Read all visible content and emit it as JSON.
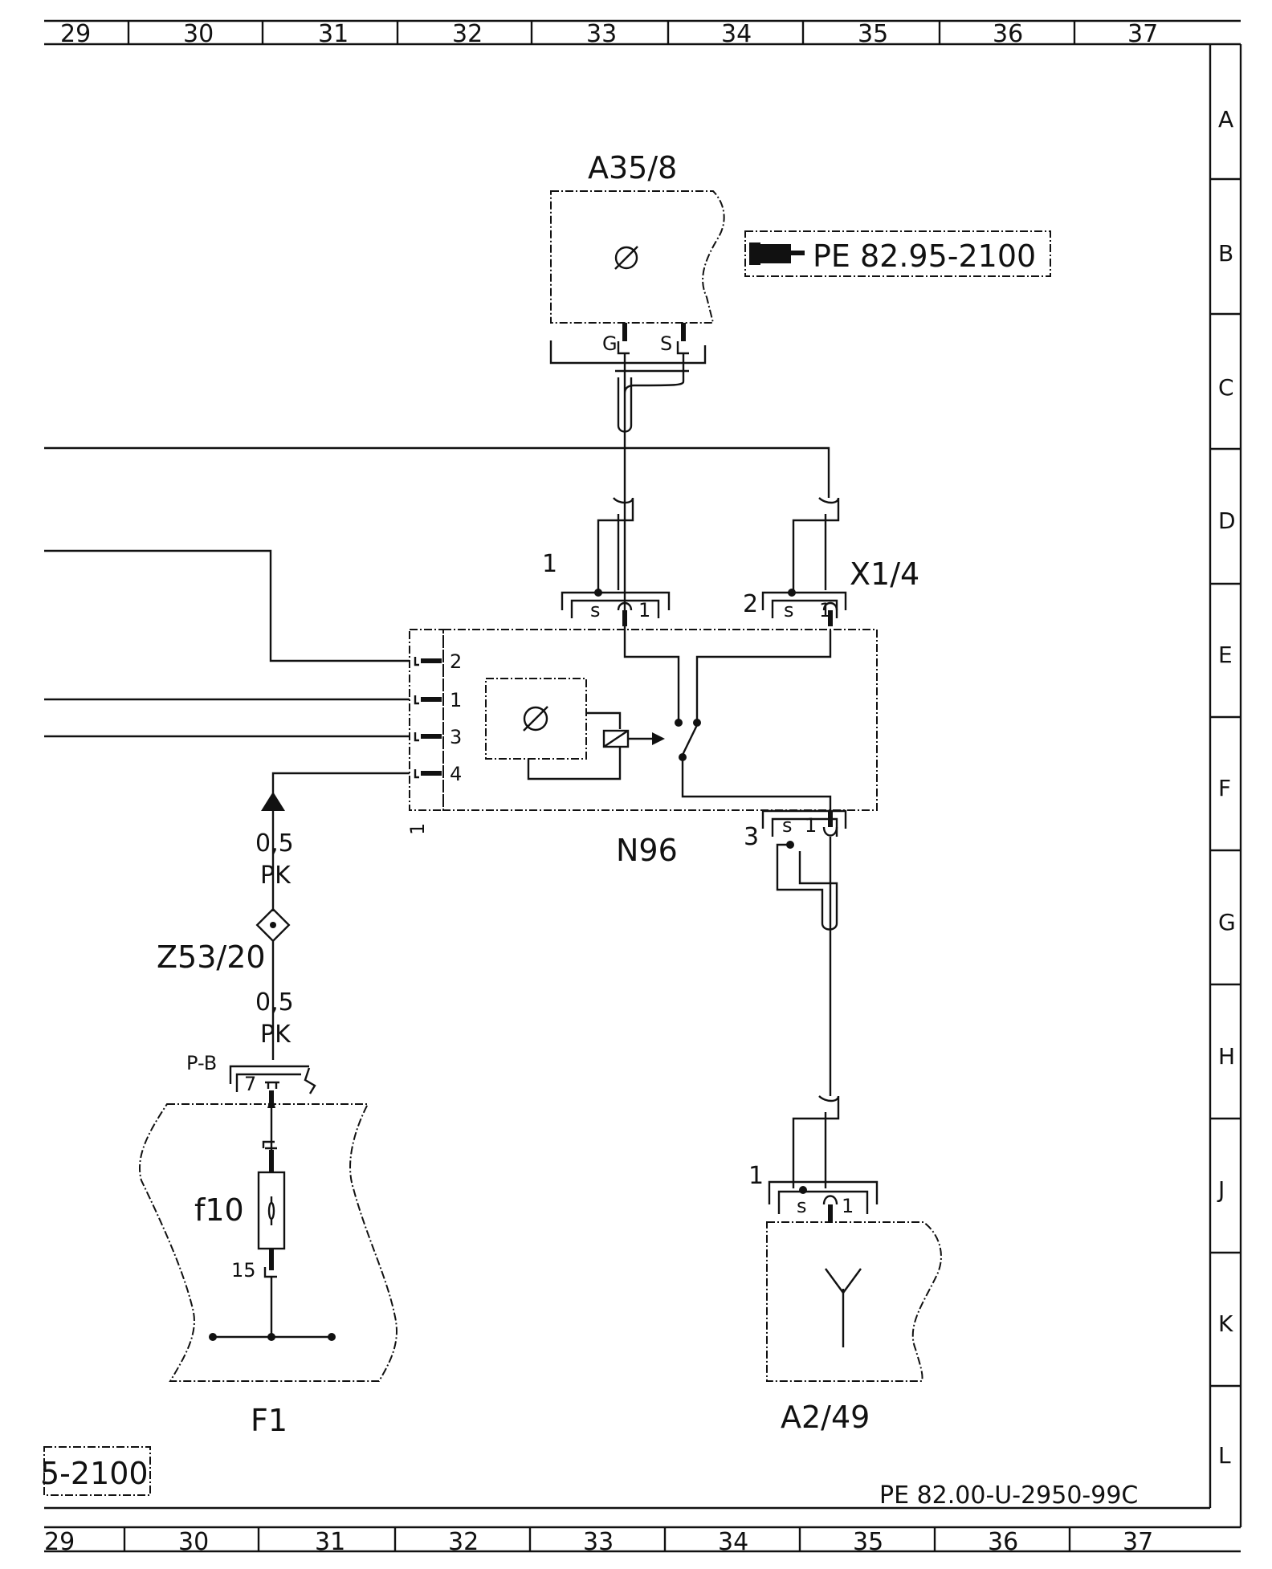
{
  "frame": {
    "columns": [
      "29",
      "30",
      "31",
      "32",
      "33",
      "34",
      "35",
      "36",
      "37"
    ],
    "rows": [
      "A",
      "B",
      "C",
      "D",
      "E",
      "F",
      "G",
      "H",
      "J",
      "K",
      "L"
    ]
  },
  "components": {
    "a35_8": "A35/8",
    "n96": "N96",
    "x1_4": "X1/4",
    "z53_20": "Z53/20",
    "f1": "F1",
    "f10": "f10",
    "a2_49": "A2/49",
    "p_b": "P-B"
  },
  "references": {
    "pe_ref": "PE  82.95-2100",
    "left_ref": "5-2100",
    "doc_code": "PE  82.00-U-2950-99C"
  },
  "wires": {
    "gauge_1": "0,5",
    "color_1": "PK",
    "gauge_2": "0,5",
    "color_2": "PK"
  },
  "pins": {
    "g": "G",
    "s": "S",
    "n96_pin_2": "2",
    "n96_pin_1": "1",
    "n96_pin_3": "3",
    "n96_pin_4": "4",
    "conn1_num": "1",
    "conn1_s": "s",
    "conn1_1": "1",
    "conn2_num": "2",
    "conn2_s": "s",
    "conn2_1": "1",
    "conn3_num": "3",
    "conn3_s": "s",
    "conn3_1": "1",
    "a249_num": "1",
    "a249_s": "s",
    "a249_1": "1",
    "pb_pin": "7",
    "fuse_15": "15",
    "n96_corner": "1"
  }
}
